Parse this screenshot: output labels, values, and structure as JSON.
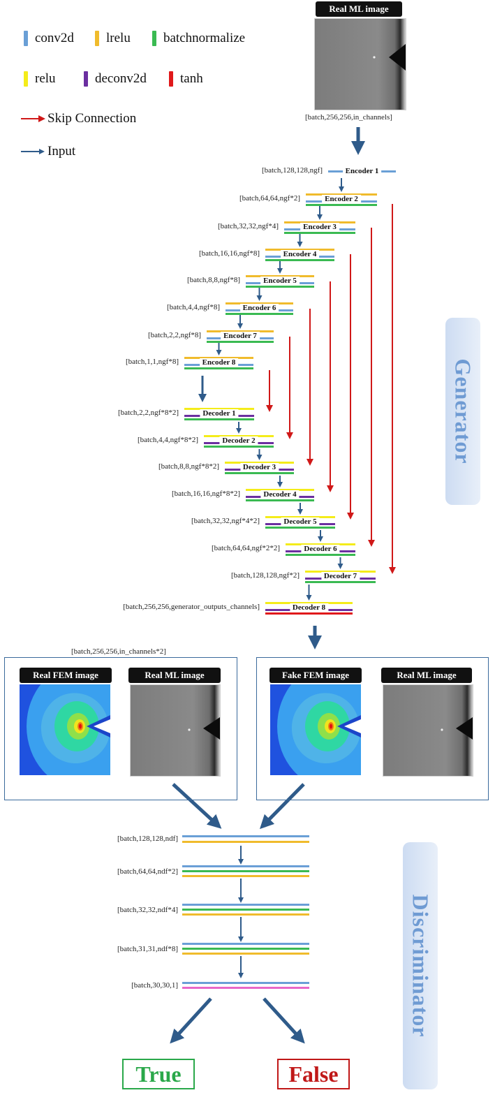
{
  "legend": {
    "conv2d": {
      "label": "conv2d",
      "color": "#6a9fd6"
    },
    "lrelu": {
      "label": "lrelu",
      "color": "#f0bb2c"
    },
    "batchnormalize": {
      "label": "batchnormalize",
      "color": "#3aba52"
    },
    "relu": {
      "label": "relu",
      "color": "#f4ec1a"
    },
    "deconv2d": {
      "label": "deconv2d",
      "color": "#6b2fa0"
    },
    "tanh": {
      "label": "tanh",
      "color": "#e0191b"
    },
    "skip": {
      "label": "Skip Connection",
      "color": "#d01818"
    },
    "input": {
      "label": "Input",
      "color": "#2f5b8a"
    }
  },
  "generator": {
    "title": "Generator",
    "input_image_label": "Real ML image",
    "input_shape": "[batch,256,256,in_channels]",
    "encoders": [
      {
        "name": "Encoder 1",
        "shape": "[batch,128,128,ngf]"
      },
      {
        "name": "Encoder 2",
        "shape": "[batch,64,64,ngf*2]"
      },
      {
        "name": "Encoder 3",
        "shape": "[batch,32,32,ngf*4]"
      },
      {
        "name": "Encoder 4",
        "shape": "[batch,16,16,ngf*8]"
      },
      {
        "name": "Encoder 5",
        "shape": "[batch,8,8,ngf*8]"
      },
      {
        "name": "Encoder 6",
        "shape": "[batch,4,4,ngf*8]"
      },
      {
        "name": "Encoder 7",
        "shape": "[batch,2,2,ngf*8]"
      },
      {
        "name": "Encoder 8",
        "shape": "[batch,1,1,ngf*8]"
      }
    ],
    "decoders": [
      {
        "name": "Decoder 1",
        "shape": "[batch,2,2,ngf*8*2]"
      },
      {
        "name": "Decoder 2",
        "shape": "[batch,4,4,ngf*8*2]"
      },
      {
        "name": "Decoder 3",
        "shape": "[batch,8,8,ngf*8*2]"
      },
      {
        "name": "Decoder 4",
        "shape": "[batch,16,16,ngf*8*2]"
      },
      {
        "name": "Decoder 5",
        "shape": "[batch,32,32,ngf*4*2]"
      },
      {
        "name": "Decoder 6",
        "shape": "[batch,64,64,ngf*2*2]"
      },
      {
        "name": "Decoder 7",
        "shape": "[batch,128,128,ngf*2]"
      },
      {
        "name": "Decoder 8",
        "shape": "[batch,256,256,generator_outputs_channels]"
      }
    ]
  },
  "pairs": {
    "shape": "[batch,256,256,in_channels*2]",
    "left": {
      "fem_label": "Real FEM image",
      "ml_label": "Real ML image"
    },
    "right": {
      "fem_label": "Fake FEM image",
      "ml_label": "Real ML image"
    }
  },
  "discriminator": {
    "title": "Discriminator",
    "layers": [
      {
        "shape": "[batch,128,128,ndf]"
      },
      {
        "shape": "[batch,64,64,ndf*2]"
      },
      {
        "shape": "[batch,32,32,ndf*4]"
      },
      {
        "shape": "[batch,31,31,ndf*8]"
      },
      {
        "shape": "[batch,30,30,1]"
      }
    ],
    "extra_color": "#e868c8"
  },
  "outputs": {
    "true_label": "True",
    "true_color": "#2aa84a",
    "false_label": "False",
    "false_color": "#c01818"
  }
}
